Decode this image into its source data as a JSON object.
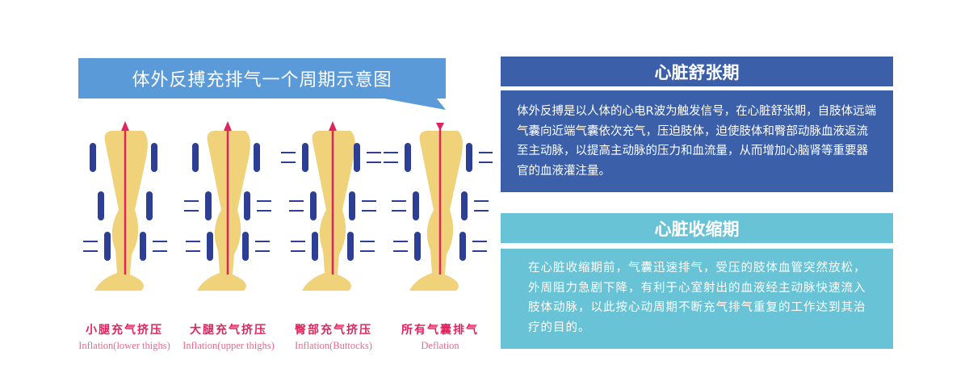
{
  "title": "体外反搏充排气一个周期示意图",
  "stages": [
    {
      "zh": "小腿充气挤压",
      "en": "Inflation(lower thighs)"
    },
    {
      "zh": "大腿充气挤压",
      "en": "Inflation(upper thighs)"
    },
    {
      "zh": "臀部充气挤压",
      "en": "Inflation(Buttocks)"
    },
    {
      "zh": "所有气囊排气",
      "en": "Deflation"
    }
  ],
  "diastole": {
    "heading": "心脏舒张期",
    "text": "体外反搏是以人体的心电R波为触发信号，在心脏舒张期，自肢体远端气囊向近端气囊依次充气，压迫肢体，迫使肢体和臀部动脉血液返流至主动脉，以提高主动脉的压力和血流量，从而增加心脑肾等重要器官的血液灌注量。"
  },
  "systole": {
    "heading": "心脏收缩期",
    "text": "在心脏收缩期前，气囊迅速排气，受压的肢体血管突然放松，外周阻力急剧下降，有利于心室射出的血液经主动脉快速流入肢体动脉，以此按心动周期不断充气排气重复的工作达到其治疗的目的。"
  },
  "colors": {
    "banner": "#5b9ad8",
    "diastole": "#3b60a9",
    "systole": "#68c3d6",
    "accent": "#e0245e",
    "leg": "#f0d27a",
    "cuff": "#2d3f94"
  }
}
